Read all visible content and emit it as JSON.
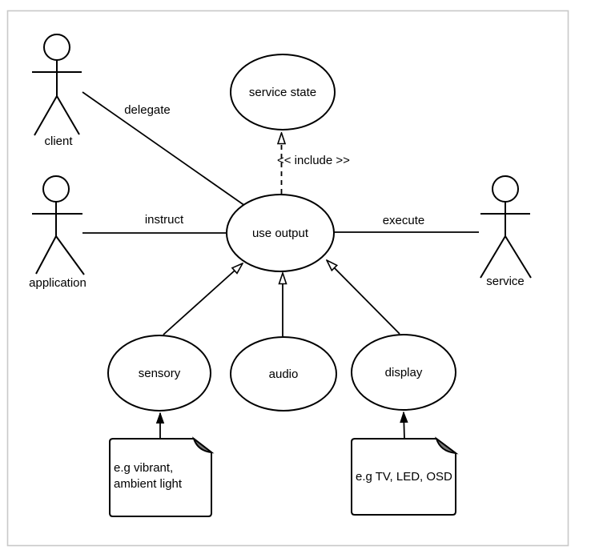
{
  "diagram": {
    "kind": "uml-use-case-diagram",
    "colors": {
      "stroke": "#000000",
      "frame_border": "#c9c9c9",
      "background": "#ffffff",
      "note_fold": "#777777"
    },
    "actors": {
      "client": {
        "label": "client"
      },
      "application": {
        "label": "application"
      },
      "service": {
        "label": "service"
      }
    },
    "use_cases": {
      "service_state": {
        "label": "service state"
      },
      "use_output": {
        "label": "use output"
      },
      "sensory": {
        "label": "sensory"
      },
      "audio": {
        "label": "audio"
      },
      "display": {
        "label": "display"
      }
    },
    "notes": {
      "sensory_note": {
        "line1": "e.g vibrant,",
        "line2": "ambient light"
      },
      "display_note": {
        "line1": "e.g TV, LED, OSD"
      }
    },
    "edges": {
      "delegate": {
        "label": "delegate",
        "from": "client",
        "to": "use output",
        "line": "solid",
        "arrowhead": "none"
      },
      "instruct": {
        "label": "instruct",
        "from": "application",
        "to": "use output",
        "line": "solid",
        "arrowhead": "none"
      },
      "execute": {
        "label": "execute",
        "from": "service",
        "to": "use output",
        "line": "solid",
        "arrowhead": "none"
      },
      "include": {
        "label": "<< include >>",
        "from": "use output",
        "to": "service state",
        "line": "dashed",
        "arrowhead": "open"
      },
      "sensory_to_use_output": {
        "from": "sensory",
        "to": "use output",
        "line": "solid",
        "arrowhead": "open"
      },
      "audio_to_use_output": {
        "from": "audio",
        "to": "use output",
        "line": "solid",
        "arrowhead": "open"
      },
      "display_to_use_output": {
        "from": "display",
        "to": "use output",
        "line": "solid",
        "arrowhead": "open"
      },
      "sensory_note_to_sensory": {
        "from": "sensory note",
        "to": "sensory",
        "line": "solid",
        "arrowhead": "filled"
      },
      "display_note_to_display": {
        "from": "display note",
        "to": "display",
        "line": "solid",
        "arrowhead": "filled"
      }
    }
  }
}
